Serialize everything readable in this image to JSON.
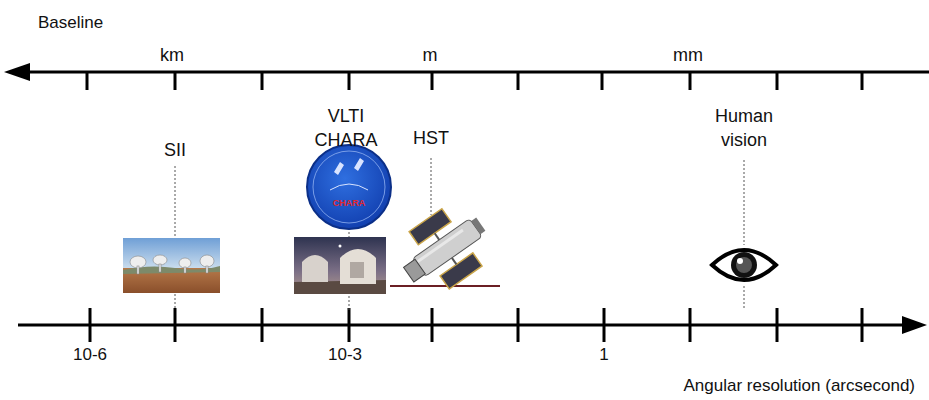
{
  "diagram": {
    "labels": [
      "Baseline",
      "km",
      "m",
      "mm",
      "SII",
      "VLTI CHARA",
      "CHARA",
      "HST",
      "Human vision",
      "10-6",
      "10-3",
      "1",
      "Angular resolution (arcsecond)"
    ]
  }
}
